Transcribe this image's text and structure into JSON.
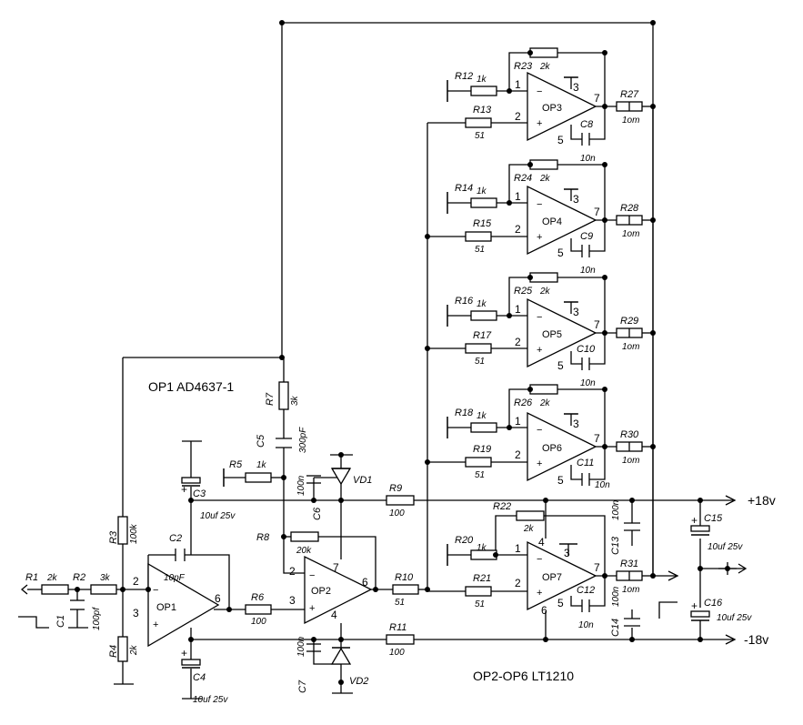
{
  "notes": {
    "op1_type": "OP1   AD4637-1",
    "op2_type": "OP2-OP6  LT1210"
  },
  "rails": {
    "pos": "+18v",
    "neg": "-18v"
  },
  "opamps": {
    "op1": {
      "name": "OP1",
      "pins": [
        "2",
        "3",
        "6"
      ]
    },
    "op2": {
      "name": "OP2",
      "pins": [
        "2",
        "3",
        "7",
        "6",
        "4"
      ]
    },
    "op3": {
      "name": "OP3",
      "pins": [
        "1",
        "2",
        "3",
        "7",
        "5"
      ]
    },
    "op4": {
      "name": "OP4",
      "pins": [
        "1",
        "2",
        "3",
        "7",
        "5"
      ]
    },
    "op5": {
      "name": "OP5",
      "pins": [
        "1",
        "2",
        "3",
        "7",
        "5"
      ]
    },
    "op6": {
      "name": "OP6",
      "pins": [
        "1",
        "2",
        "3",
        "7",
        "5"
      ]
    },
    "op7": {
      "name": "OP7",
      "pins": [
        "1",
        "2",
        "3",
        "7",
        "5",
        "4",
        "6"
      ]
    }
  },
  "resistors": {
    "r1": [
      "R1",
      "2k"
    ],
    "r2": [
      "R2",
      "3k"
    ],
    "r3": [
      "R3",
      "100k"
    ],
    "r4": [
      "R4",
      "2k"
    ],
    "r5": [
      "R5",
      "1k"
    ],
    "r6": [
      "R6",
      "100"
    ],
    "r7": [
      "R7",
      "3k"
    ],
    "r8": [
      "R8",
      "20k"
    ],
    "r9": [
      "R9",
      "100"
    ],
    "r10": [
      "R10",
      "51"
    ],
    "r11": [
      "R11",
      "100"
    ],
    "r12": [
      "R12",
      "1k"
    ],
    "r13": [
      "R13",
      "51"
    ],
    "r14": [
      "R14",
      "1k"
    ],
    "r15": [
      "R15",
      "51"
    ],
    "r16": [
      "R16",
      "1k"
    ],
    "r17": [
      "R17",
      "51"
    ],
    "r18": [
      "R18",
      "1k"
    ],
    "r19": [
      "R19",
      "51"
    ],
    "r20": [
      "R20",
      "1k"
    ],
    "r21": [
      "R21",
      "51"
    ],
    "r22": [
      "R22",
      "2k"
    ],
    "r23": [
      "R23",
      "2k"
    ],
    "r24": [
      "R24",
      "2k"
    ],
    "r25": [
      "R25",
      "2k"
    ],
    "r26": [
      "R26",
      "2k"
    ],
    "r27": [
      "R27",
      "1om"
    ],
    "r28": [
      "R28",
      "1om"
    ],
    "r29": [
      "R29",
      "1om"
    ],
    "r30": [
      "R30",
      "1om"
    ],
    "r31": [
      "R31",
      "1om"
    ]
  },
  "capacitors": {
    "c1": [
      "C1",
      "100pf"
    ],
    "c2": [
      "C2",
      "10pF"
    ],
    "c3": [
      "C3",
      "10uf 25v"
    ],
    "c4": [
      "C4",
      "10uf 25v"
    ],
    "c5": [
      "C5",
      "300pF"
    ],
    "c6": [
      "C6",
      "100n"
    ],
    "c7": [
      "C7",
      "100n"
    ],
    "c8": [
      "C8",
      "10n"
    ],
    "c9": [
      "C9",
      "10n"
    ],
    "c10": [
      "C10",
      "10n"
    ],
    "c11": [
      "C11",
      "10n"
    ],
    "c12": [
      "C12",
      "10n"
    ],
    "c13": [
      "C13",
      "100n"
    ],
    "c14": [
      "C14",
      "100n"
    ],
    "c15": [
      "C15",
      "10uf 25v"
    ],
    "c16": [
      "C16",
      "10uf 25v"
    ]
  },
  "diodes": {
    "vd1": "VD1",
    "vd2": "VD2"
  }
}
